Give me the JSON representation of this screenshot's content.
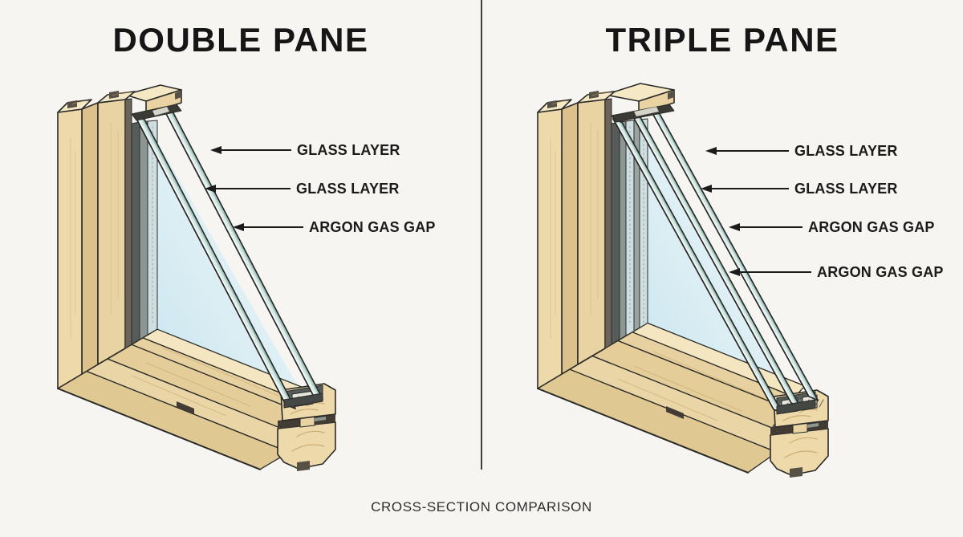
{
  "page": {
    "background_color": "#f7f5f2",
    "caption": "CROSS-SECTION COMPARISON"
  },
  "divider": {
    "color": "#3f3f3f"
  },
  "panels": [
    {
      "id": "double-pane",
      "title": "DOUBLE PANE",
      "pane_count": 2,
      "labels": [
        {
          "text": "GLASS LAYER"
        },
        {
          "text": "GLASS LAYER"
        },
        {
          "text": "ARGON GAS GAP"
        }
      ]
    },
    {
      "id": "triple-pane",
      "title": "TRIPLE PANE",
      "pane_count": 3,
      "labels": [
        {
          "text": "GLASS LAYER"
        },
        {
          "text": "GLASS LAYER"
        },
        {
          "text": "ARGON GAS GAP"
        },
        {
          "text": "ARGON GAS GAP"
        }
      ]
    }
  ],
  "illustration_colors": {
    "outline": "#2a2a28",
    "wood_front": "#eed9ab",
    "wood_front_alt": "#e9d3a2",
    "wood_side": "#dcc18c",
    "wood_top": "#f5e8c5",
    "wood_band_light": "#f3e6c1",
    "wood_band_mid": "#e7d1a0",
    "wood_band_deep": "#e4cd99",
    "wood_band_low": "#ead5a6",
    "wood_band_bottom": "#e0c893",
    "wood_grain": "#c7a667",
    "glass_strip": "#d6e9e5",
    "glass_edge": "#a6c8c3",
    "glass_highlight": "#ffffff",
    "glass_face_light": "#f3fafb",
    "glass_face_deep": "#cbe6ef",
    "channel_dark": "#565c59",
    "channel_mid": "#8c9793",
    "channel_light": "#cfdfe1",
    "channel_floor": "#707875",
    "channel_front": "#434845",
    "spacer_fill": "#e7e7dd",
    "spacer_hatch": "#56564e",
    "head_spacer_dark": "#3b3a34",
    "head_spacer_insert": "#d4d4ca",
    "shadow_dark": "#423c35",
    "notch_dark": "#575046",
    "label_color": "#1b1b1b",
    "title_color": "#161616",
    "caption_color": "#2e2e2e"
  }
}
